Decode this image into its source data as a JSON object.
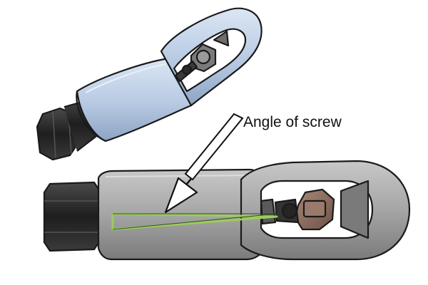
{
  "annotation": {
    "label": "Angle of screw"
  },
  "colors": {
    "outline": "#1a1a1a",
    "blue_body": "#b7c9e2",
    "grey_body": "#9b9b9b",
    "nut_black": "#2b2b2b",
    "bronze_nut": "#8a6a5a",
    "screw_angle": "#9ccc5a"
  },
  "icons": {
    "top_tool": "nut-splitter-blue",
    "bottom_tool": "nut-splitter-grey"
  }
}
